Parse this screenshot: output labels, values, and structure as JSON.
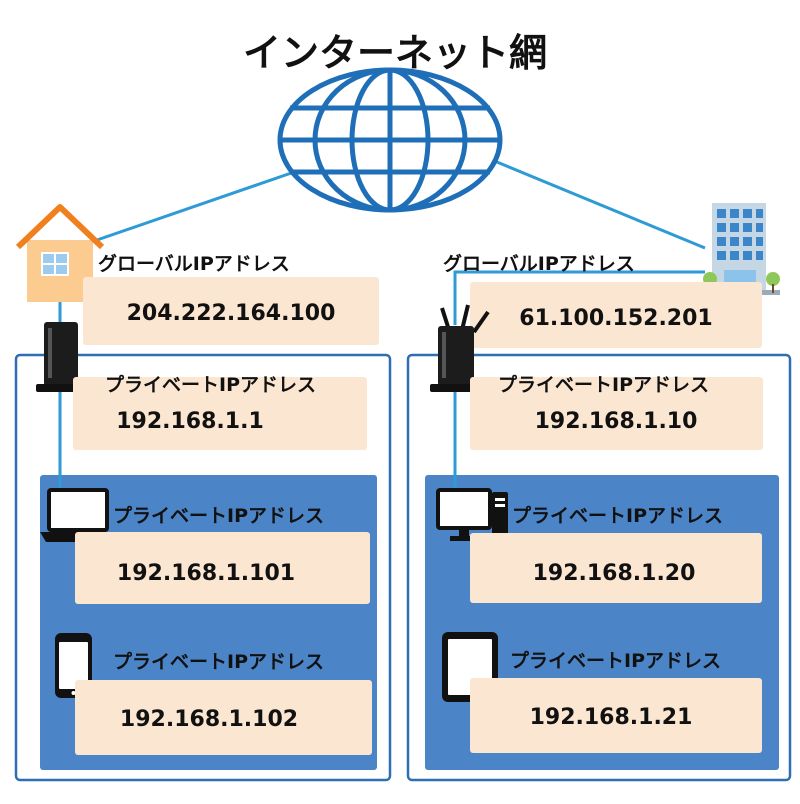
{
  "title": "インターネット網",
  "colors": {
    "globe": "#1f6eb8",
    "line": "#2e9ad6",
    "lan_border": "#2d6fb2",
    "lan_fill": "#4b85c8",
    "address_box": "#fbe6d2",
    "house_roof": "#f07f1e",
    "house_wall": "#fbcb90"
  },
  "home": {
    "global": {
      "label": "グローバルIPアドレス",
      "address": "204.222.164.100"
    },
    "router": {
      "label": "プライベートIPアドレス",
      "address": "192.168.1.1"
    },
    "devices": [
      {
        "icon": "laptop-icon",
        "label": "プライベートIPアドレス",
        "address": "192.168.1.101"
      },
      {
        "icon": "smartphone-icon",
        "label": "プライベートIPアドレス",
        "address": "192.168.1.102"
      }
    ]
  },
  "office": {
    "global": {
      "label": "グローバルIPアドレス",
      "address": "61.100.152.201"
    },
    "router": {
      "label": "プライベートIPアドレス",
      "address": "192.168.1.10"
    },
    "devices": [
      {
        "icon": "desktop-pc-icon",
        "label": "プライベートIPアドレス",
        "address": "192.168.1.20"
      },
      {
        "icon": "tablet-icon",
        "label": "プライベートIPアドレス",
        "address": "192.168.1.21"
      }
    ]
  }
}
